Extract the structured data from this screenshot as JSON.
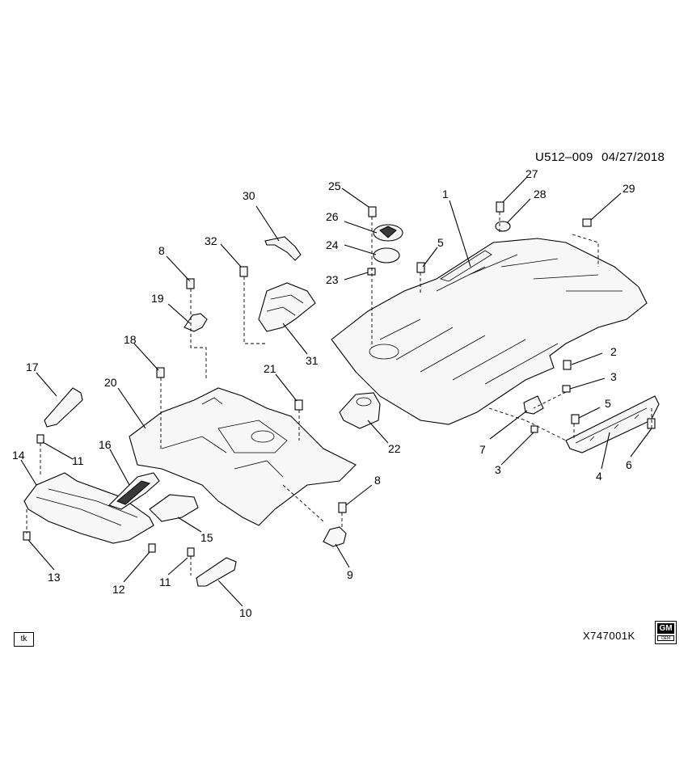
{
  "header": {
    "diagram_code": "U512–009",
    "date": "04/27/2018"
  },
  "footer": {
    "illustration_code": "X747001K",
    "artist_initials": "tk",
    "logo_text": "GM",
    "logo_subtext": "OEM"
  },
  "callouts": {
    "c1": "1",
    "c2": "2",
    "c3a": "3",
    "c3b": "3",
    "c4": "4",
    "c5a": "5",
    "c5b": "5",
    "c6": "6",
    "c7": "7",
    "c8a": "8",
    "c8b": "8",
    "c9": "9",
    "c10": "10",
    "c11a": "11",
    "c11b": "11",
    "c12": "12",
    "c13": "13",
    "c14": "14",
    "c15": "15",
    "c16": "16",
    "c17": "17",
    "c18": "18",
    "c19": "19",
    "c20": "20",
    "c21": "21",
    "c22": "22",
    "c23": "23",
    "c24": "24",
    "c25": "25",
    "c26": "26",
    "c27": "27",
    "c28": "28",
    "c29": "29",
    "c30": "30",
    "c31": "31",
    "c32": "32"
  }
}
